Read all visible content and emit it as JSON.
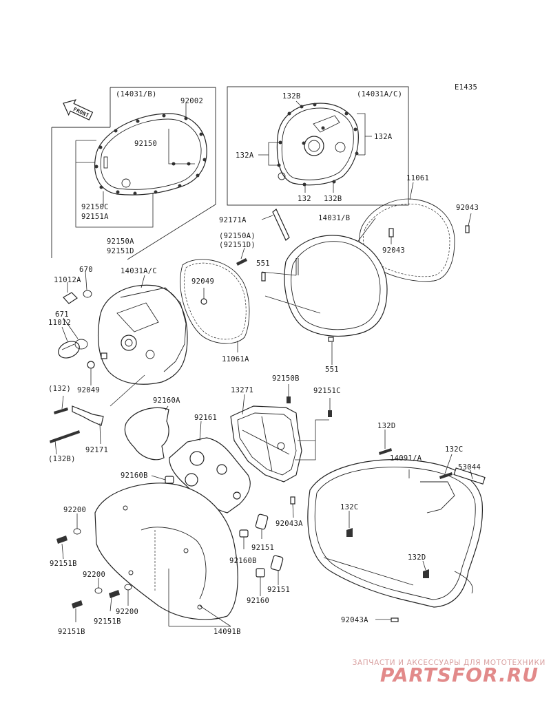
{
  "diagram": {
    "code": "E1435",
    "front_arrow_label": "FRONT",
    "labels": {
      "l14031b": "(14031/B)",
      "l92002": "92002",
      "l92150_top": "92150",
      "l92150c": "92150C",
      "l92151a": "92151A",
      "l92150a": "92150A",
      "l92151d": "92151D",
      "l132b_top": "132B",
      "l14031ac_paren": "(14031A/C)",
      "l132a_right": "132A",
      "l132a_left": "132A",
      "l132_bottom": "132",
      "l132b_bottom": "132B",
      "l11061": "11061",
      "l92043_right": "92043",
      "l92043_mid": "92043",
      "l92171a": "92171A",
      "l92150a_paren": "(92150A)",
      "l92151d_paren": "(92151D)",
      "l14031_b": "14031/B",
      "l551_top": "551",
      "l551_bottom": "551",
      "l670": "670",
      "l11012a": "11012A",
      "l14031a_c": "14031A/C",
      "l92049_top": "92049",
      "l11012": "11012",
      "l671": "671",
      "l11061a": "11061A",
      "l92049_left": "92049",
      "l132_paren": "(132)",
      "l92171": "92171",
      "l132b_paren": "(132B)",
      "l92160a": "92160A",
      "l13271": "13271",
      "l92150b": "92150B",
      "l92151c": "92151C",
      "l92161": "92161",
      "l132d_top": "132D",
      "l14091a": "14091/A",
      "l132c_right": "132C",
      "l53044": "53044",
      "l92160b_left": "92160B",
      "l92200_left": "92200",
      "l92043a_mid": "92043A",
      "l132c_mid": "132C",
      "l92151_mid": "92151",
      "l92160b_mid": "92160B",
      "l92151b_left": "92151B",
      "l132d_bottom": "132D",
      "l92200_mid": "92200",
      "l92151_low": "92151",
      "l92160": "92160",
      "l92200_low": "92200",
      "l92151b_mid": "92151B",
      "l92151b_low": "92151B",
      "l14091b": "14091B",
      "l92043a_bottom": "92043A"
    }
  },
  "watermark": {
    "tagline": "ЗАПЧАСТИ И АКСЕССУАРЫ ДЛЯ МОТОТЕХНИКИ",
    "logo_text": "PARTSFOR.RU",
    "color": "#e28a8a"
  }
}
